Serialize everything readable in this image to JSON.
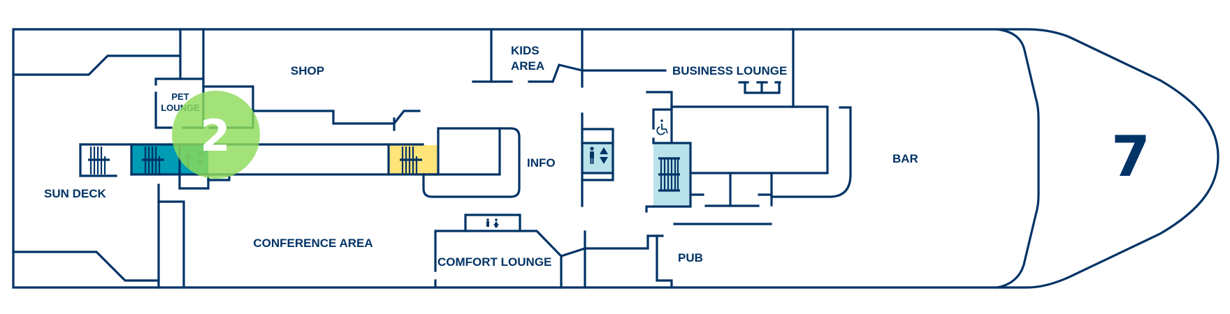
{
  "deck": {
    "number": "7",
    "selected_marker": "2"
  },
  "colors": {
    "wall": "#003366",
    "stairs_teal": "#009bb5",
    "stairs_yellow": "#ffe47a",
    "elevator_light_blue": "#b9e2ea",
    "marker_green": "#8edc5a"
  },
  "areas": [
    {
      "id": "sun-deck",
      "label": "SUN DECK"
    },
    {
      "id": "pet-lounge",
      "label_line1": "PET",
      "label_line2": "LOUNGE"
    },
    {
      "id": "shop",
      "label": "SHOP"
    },
    {
      "id": "conference-area",
      "label": "CONFERENCE AREA"
    },
    {
      "id": "kids-area",
      "label_line1": "KIDS",
      "label_line2": "AREA"
    },
    {
      "id": "info",
      "label": "INFO"
    },
    {
      "id": "comfort-lounge",
      "label": "COMFORT LOUNGE"
    },
    {
      "id": "business-lounge",
      "label": "BUSINESS LOUNGE"
    },
    {
      "id": "pub",
      "label": "PUB"
    },
    {
      "id": "bar",
      "label": "BAR"
    }
  ],
  "icons": [
    "stairs-icon",
    "elevator-icon",
    "accessible-icon",
    "restroom-icon"
  ]
}
